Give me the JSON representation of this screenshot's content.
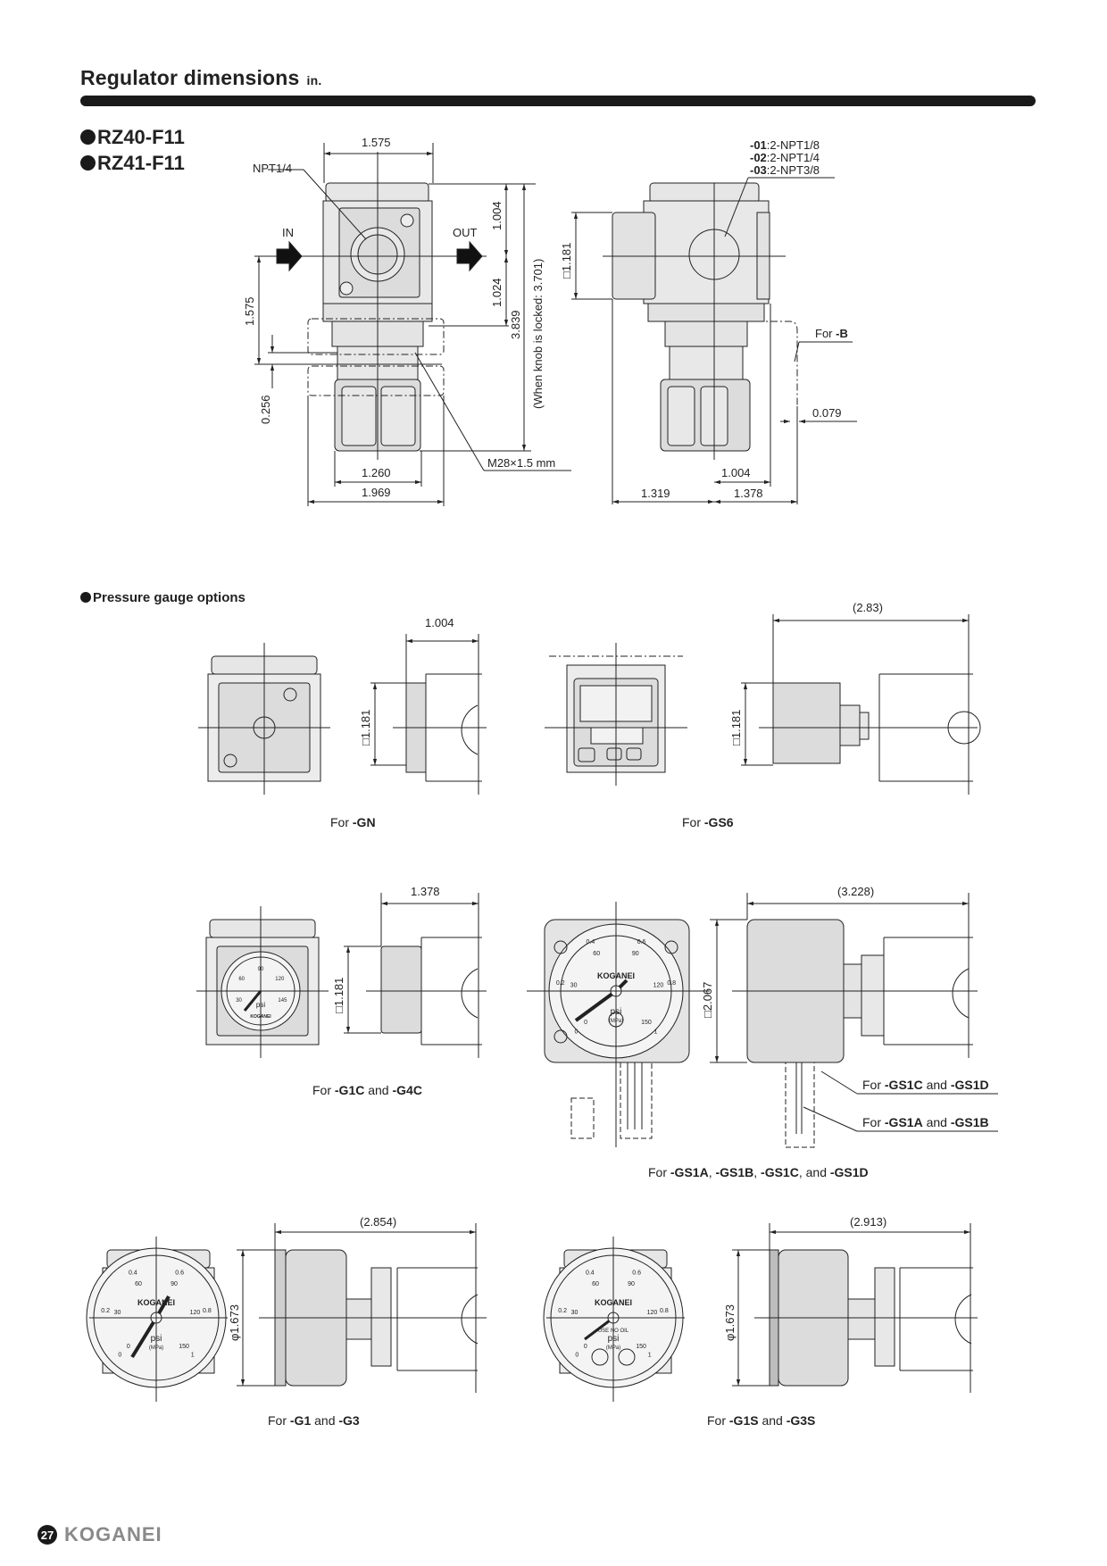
{
  "header": {
    "title": "Regulator dimensions",
    "unit": "in."
  },
  "models": [
    "RZ40-F11",
    "RZ41-F11"
  ],
  "main_drawing": {
    "port_label": "NPT1/4",
    "in_label": "IN",
    "out_label": "OUT",
    "thread_label": "M28×1.5 mm",
    "dims": {
      "top_width": "1.575",
      "upper_height": "1.004",
      "lower_height": "1.024",
      "total_height": "3.839",
      "locked_note": "(When knob is locked: 3.701)",
      "port_height": "1.575",
      "panel_thickness": "0.256",
      "knob_width": "1.260",
      "base_width": "1.969",
      "side_square": "□1.181",
      "bracket_offset": "0.079",
      "side_right": "1.004",
      "side_left_total": "1.319",
      "side_right_total": "1.378"
    },
    "port_options": [
      {
        "code": "-01",
        "spec": ":2-NPT1/8"
      },
      {
        "code": "-02",
        "spec": ":2-NPT1/4"
      },
      {
        "code": "-03",
        "spec": ":2-NPT3/8"
      }
    ],
    "bracket": {
      "prefix": "For ",
      "code": "-B"
    }
  },
  "gauge_section": {
    "title": "Pressure gauge options",
    "gn": {
      "depth": "1.004",
      "square": "□1.181",
      "caption_prefix": "For ",
      "caption_code": "-GN"
    },
    "gs6": {
      "depth": "(2.83)",
      "square": "□1.181",
      "caption_prefix": "For ",
      "caption_code": "-GS6"
    },
    "g1c": {
      "depth": "1.378",
      "square": "□1.181",
      "caption_prefix": "For ",
      "caption_code1": "-G1C",
      "caption_and": " and ",
      "caption_code2": "-G4C"
    },
    "gs1": {
      "depth": "(3.228)",
      "square": "□2.067",
      "note1_prefix": "For ",
      "note1_code1": "-GS1C",
      "note1_and": " and ",
      "note1_code2": "-GS1D",
      "note2_prefix": "For ",
      "note2_code1": "-GS1A",
      "note2_and": " and ",
      "note2_code2": "-GS1B",
      "caption_prefix": "For ",
      "caption_c1": "-GS1A",
      "caption_sep1": ", ",
      "caption_c2": "-GS1B",
      "caption_sep2": ", ",
      "caption_c3": "-GS1C",
      "caption_sep3": ", and ",
      "caption_c4": "-GS1D"
    },
    "g1": {
      "depth": "(2.854)",
      "diameter": "φ1.673",
      "caption_prefix": "For ",
      "caption_code1": "-G1",
      "caption_and": " and ",
      "caption_code2": "-G3"
    },
    "g1s": {
      "depth": "(2.913)",
      "diameter": "φ1.673",
      "caption_prefix": "For ",
      "caption_code1": "-G1S",
      "caption_and": " and ",
      "caption_code2": "-G3S"
    }
  },
  "dial": {
    "mpa": [
      "0",
      "0.2",
      "0.4",
      "0.6",
      "0.8",
      "1"
    ],
    "psi": [
      "0",
      "30",
      "60",
      "90",
      "120",
      "150"
    ],
    "brand": "KOGANEI",
    "unit": "psi",
    "unit2": "(MPa)",
    "note": "USE NO OIL",
    "small_psi": [
      "30",
      "60",
      "90",
      "120",
      "145"
    ]
  },
  "footer": {
    "page": "27",
    "brand": "KOGANEI"
  }
}
